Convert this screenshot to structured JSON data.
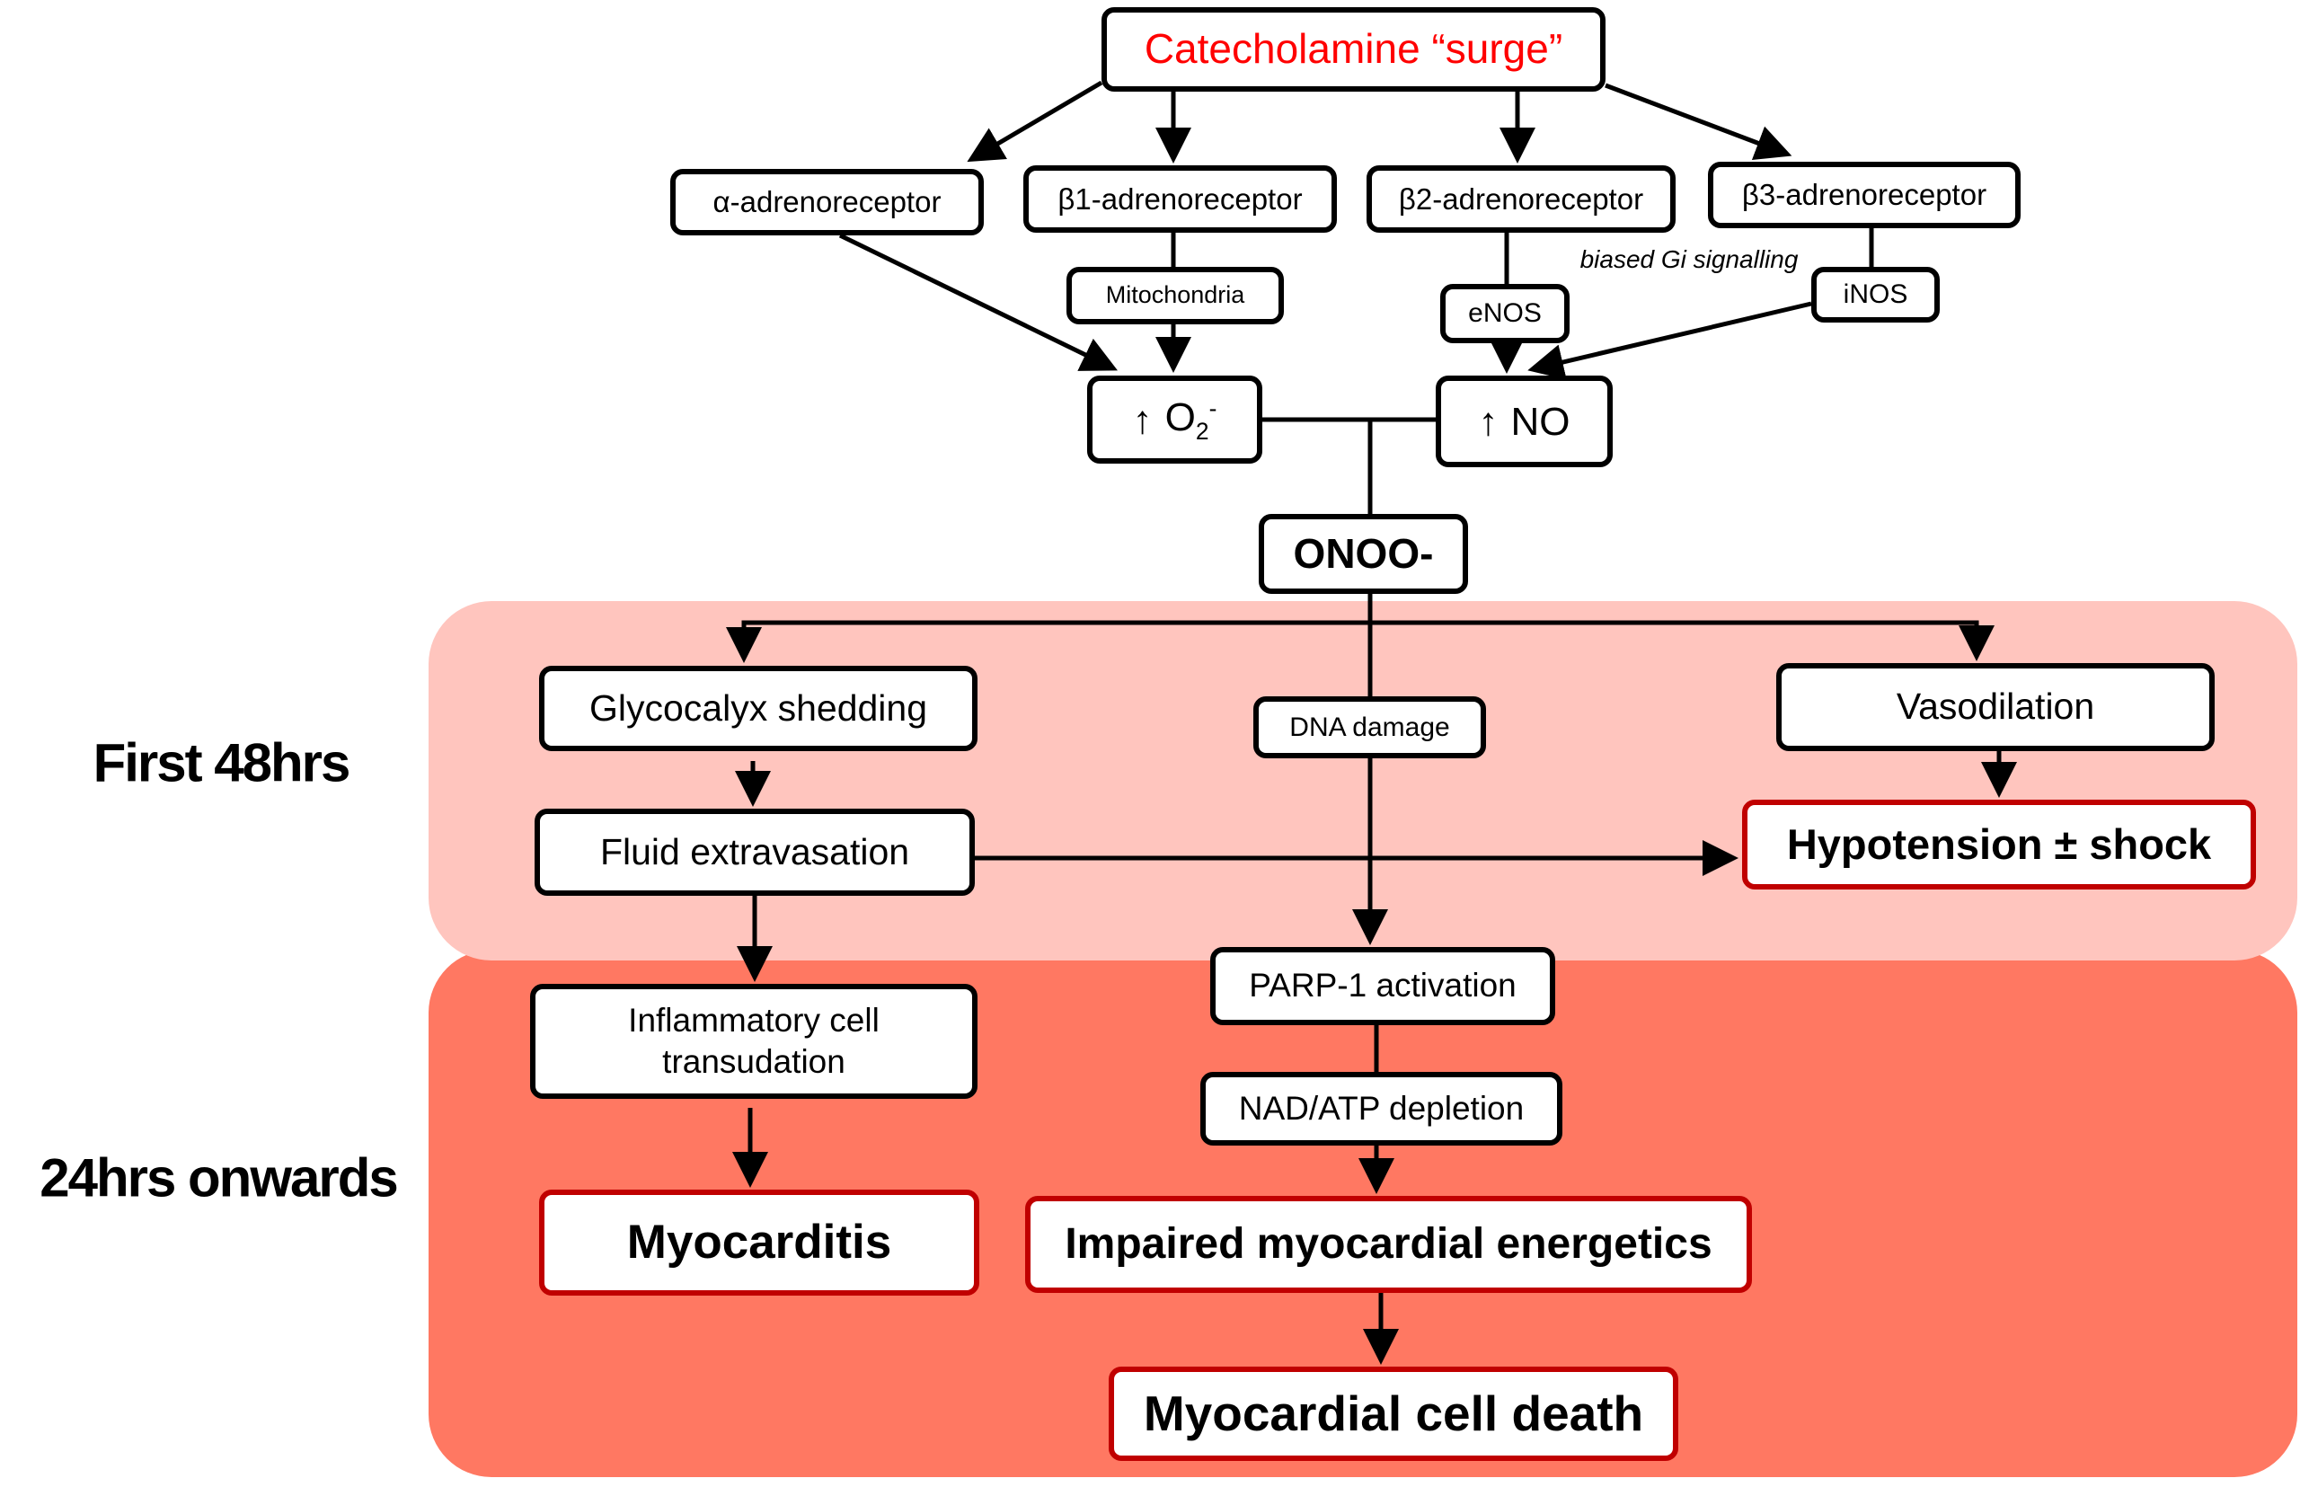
{
  "phases": {
    "first": "First 48hrs",
    "later": "24hrs onwards"
  },
  "nodes": {
    "catecholamine": "Catecholamine “surge”",
    "alpha": "α-adrenoreceptor",
    "beta1": "β1-adrenoreceptor",
    "beta2": "β2-adrenoreceptor",
    "beta3": "β3-adrenoreceptor",
    "mitochondria": "Mitochondria",
    "enos": "eNOS",
    "inos": "iNOS",
    "superoxide_arrow": "↑",
    "superoxide_base": "O",
    "superoxide_sub": "2",
    "superoxide_sup": "-",
    "no_arrow": "↑",
    "no": "NO",
    "onoo": "ONOO-",
    "glycocalyx": "Glycocalyx shedding",
    "dna_damage": "DNA damage",
    "vasodilation": "Vasodilation",
    "fluid": "Fluid extravasation",
    "hypotension": "Hypotension ± shock",
    "parp": "PARP-1 activation",
    "nad": "NAD/ATP depletion",
    "inflammatory_line1": "Inflammatory cell",
    "inflammatory_line2": "transudation",
    "myocarditis": "Myocarditis",
    "energetics": "Impaired myocardial energetics",
    "cell_death": "Myocardial cell death"
  },
  "annotations": {
    "biased_gi": "biased Gi signalling"
  },
  "colors": {
    "start_text": "#FF0000",
    "outcome_border": "#C00000",
    "acute_region": "#FFC5BE",
    "late_region": "#FF7862"
  }
}
